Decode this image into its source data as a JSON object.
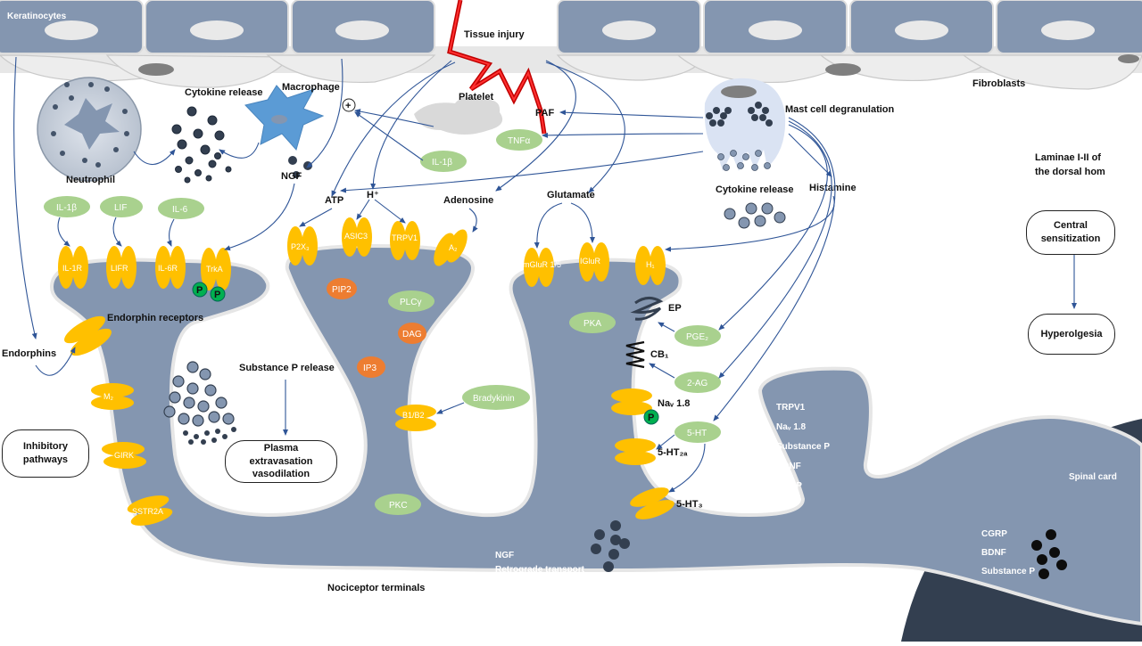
{
  "cells": {
    "keratinocytes": "Keratinocytes",
    "fibroblasts": "Fibroblasts",
    "neutrophil": "Neutrophil",
    "macrophage": "Macrophage",
    "platelet": "Platelet",
    "mast_cell_degranulation": "Mast cell degranulation",
    "tissue_injury": "Tissue injury"
  },
  "mediators": {
    "cytokine_release_left": "Cytokine release",
    "cytokine_release_right": "Cytokine release",
    "ngf": "NGF",
    "atp": "ATP",
    "h_plus": "H⁺",
    "adenosine": "Adenosine",
    "glutamate": "Glutamate",
    "histamine": "Histamine",
    "paf": "PAF",
    "tnfa": "TNFα",
    "il1b_mid": "IL-1β",
    "plus_sign": "+",
    "il1b": "IL-1β",
    "lif": "LIF",
    "il6": "IL-6"
  },
  "receptors": {
    "il1r": "IL-1R",
    "lifr": "LIFR",
    "il6r": "IL-6R",
    "trka": "TrkA",
    "p2x3": "P2X₃",
    "asic3": "ASIC3",
    "trpv1": "TRPV1",
    "a2": "A₂",
    "mglur": "mGluR 1/5",
    "iglur": "IGluR",
    "h1": "H₁",
    "endorphin_receptors": "Endorphin receptors",
    "m2": "M₂",
    "girk": "GIRK",
    "sstr2a": "SSTR2A",
    "b1b2": "B1/B2",
    "ep": "EP",
    "cb1": "CB₁",
    "nav18": "Naᵥ 1.8",
    "ht2a": "5-HT₂ₐ",
    "ht3": "5-HT₃",
    "p": "P"
  },
  "signals": {
    "pip2": "PIP2",
    "dag": "DAG",
    "ip3": "IP3",
    "plcg": "PLCγ",
    "bradykinin": "Bradykinin",
    "pkc": "PKC",
    "pka": "PKA",
    "pge2": "PGE₂",
    "two_ag": "2-AG",
    "five_ht": "5-HT"
  },
  "annotations": {
    "endorphins": "Endorphins",
    "substance_p_release": "Substance P release",
    "plasma_extravasation": "Plasma extravasation vasodilation",
    "inhibitory_pathways": "Inhibitory pathways",
    "nociceptor_terminals": "Nociceptor terminals",
    "ngf_retro": "NGF",
    "retrograde_transport": "Retrograde transport",
    "laminae": "Laminae I-II of the dorsal hom",
    "central_sensitization": "Central sensitization",
    "hyperolgesia": "Hyperolgesia",
    "spinal_card": "Spinal card"
  },
  "terminal_list": [
    "TRPV1",
    "Naᵥ 1.8",
    "Substance P",
    "BDNF",
    "CGRP"
  ],
  "spinal_list": [
    "CGRP",
    "BDNF",
    "Substance P"
  ],
  "colors": {
    "neuron_fill": "#8496b0",
    "neuron_stroke": "#e6e6e6",
    "channel": "#ffc000",
    "mediator_green": "#a9d18e",
    "signal_orange": "#ed7d31",
    "phospho_green": "#00b050",
    "arrow": "#2f5597",
    "injury": "#e00000",
    "spinal": "#333f50"
  }
}
